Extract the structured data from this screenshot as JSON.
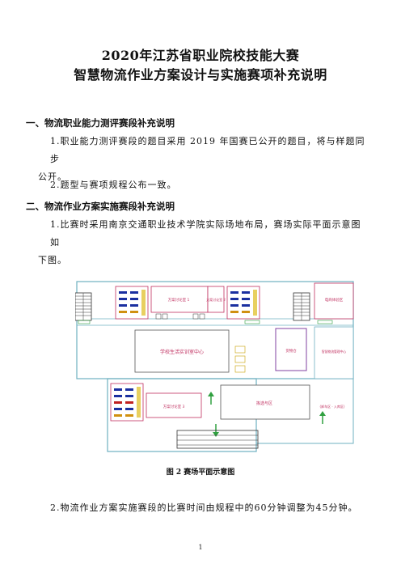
{
  "title": {
    "line1": "2020年江苏省职业院校技能大赛",
    "line2": "智慧物流作业方案设计与实施赛项补充说明"
  },
  "sections": [
    {
      "heading": "一、物流职业能力测评赛段补充说明",
      "items": [
        {
          "line1": "1.职业能力测评赛段的题目采用 2019 年国赛已公开的题目，将与样题同步",
          "line2": "公开。"
        },
        {
          "line1": "2.题型与赛项规程公布一致。"
        }
      ]
    },
    {
      "heading": "二、物流作业方案实施赛段补充说明",
      "items": [
        {
          "line1": "1.比赛时采用南京交通职业技术学院实际场地布局，赛场实际平面示意图如",
          "line2": "下图。"
        }
      ]
    }
  ],
  "figure": {
    "caption": "图 2  赛场平面示意图",
    "labels": {
      "room_a": "方案讨论室 1",
      "room_b": "方案讨论室 2",
      "center": "学校生活实训室中心",
      "warehouse": "货物仓",
      "area": "拣选与区",
      "right_top": "电商体验区",
      "right_side": "智慧物流管理中心",
      "right_bottom": "(卸车区 · 入库区)",
      "room_c": "方案讨论室 3",
      "stair": "楼梯"
    }
  },
  "note": "2.物流作业方案实施赛段的比赛时间由规程中的60分钟调整为45分钟。",
  "page_number": "1"
}
